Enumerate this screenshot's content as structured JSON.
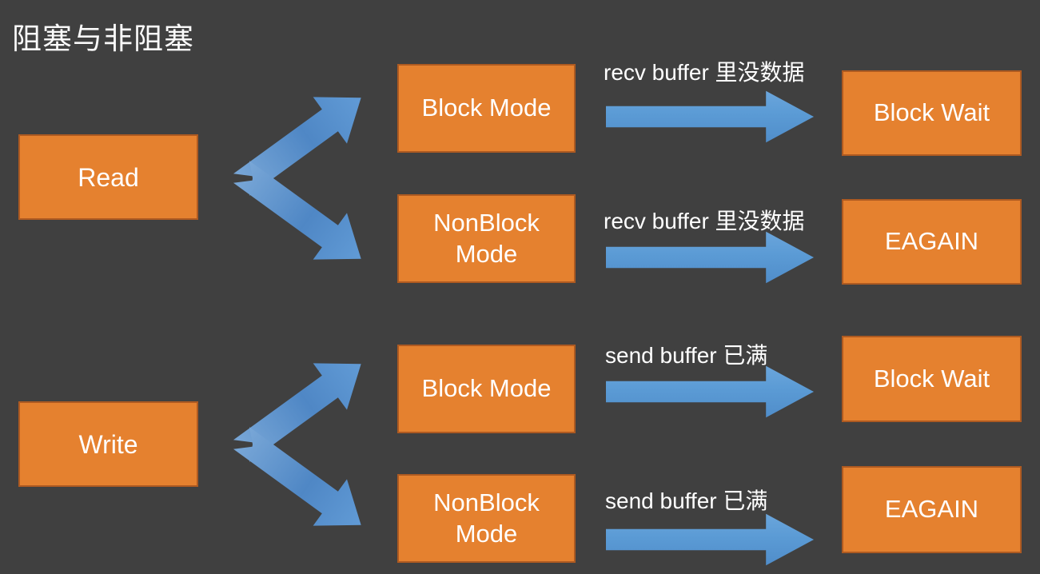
{
  "title": "阻塞与非阻塞",
  "colors": {
    "background": "#404040",
    "box_fill": "#E5812F",
    "box_border": "#AE5A21",
    "arrow_blue": "#5B9BD5",
    "text": "#FFFFFF"
  },
  "flows": [
    {
      "source": "Read",
      "branches": [
        {
          "mode": "Block Mode",
          "condition": "recv buffer 里没数据",
          "result": "Block Wait"
        },
        {
          "mode": "NonBlock Mode",
          "condition": "recv buffer 里没数据",
          "result": "EAGAIN"
        }
      ]
    },
    {
      "source": "Write",
      "branches": [
        {
          "mode": "Block Mode",
          "condition": "send buffer 已满",
          "result": "Block Wait"
        },
        {
          "mode": "NonBlock Mode",
          "condition": "send buffer 已满",
          "result": "EAGAIN"
        }
      ]
    }
  ]
}
